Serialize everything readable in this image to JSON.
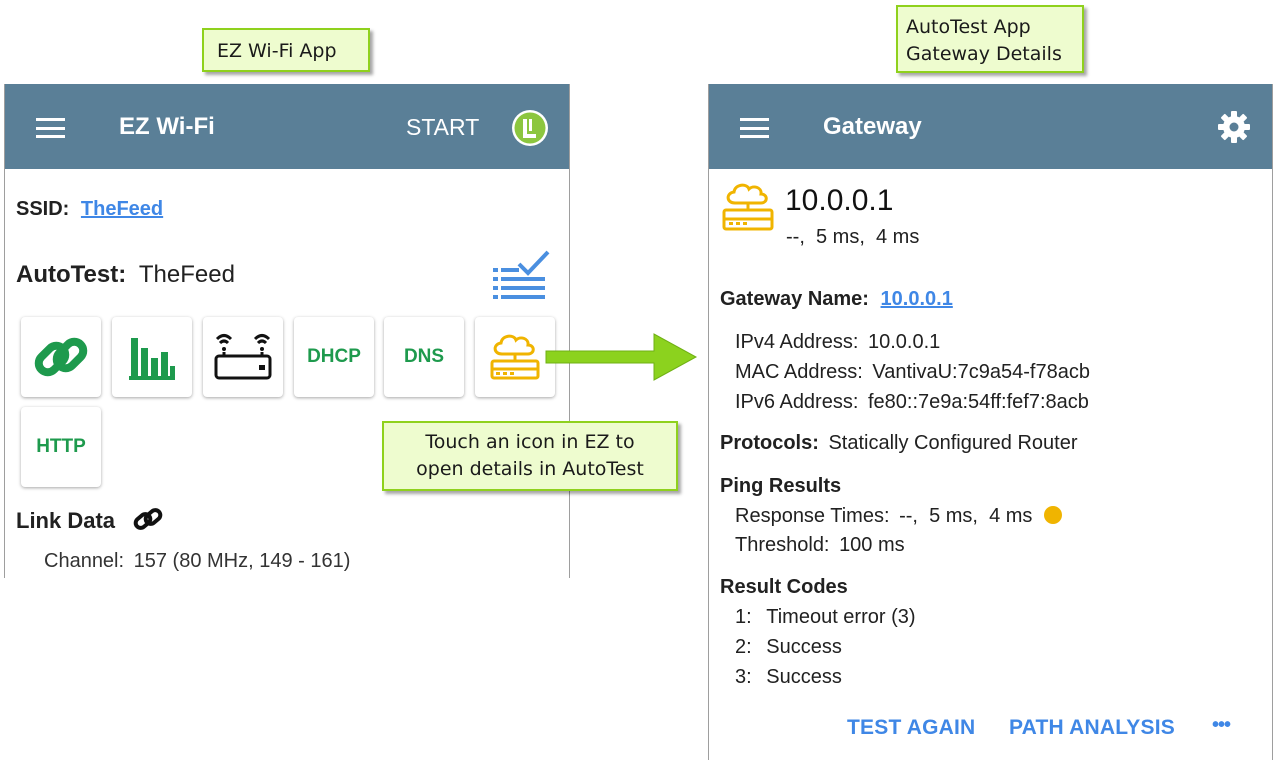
{
  "callouts": {
    "ez_app": "EZ Wi-Fi App",
    "autotest_line1": "AutoTest App",
    "autotest_line2": "Gateway Details",
    "touch_line1": "Touch an icon in EZ to",
    "touch_line2": "open details in AutoTest"
  },
  "ez": {
    "title": "EZ Wi-Fi",
    "start_label": "START",
    "ssid_label": "SSID:",
    "ssid_value": "TheFeed",
    "autotest_label": "AutoTest:",
    "autotest_value": "TheFeed",
    "tiles": {
      "dhcp": "DHCP",
      "dns": "DNS",
      "http": "HTTP"
    },
    "link_data_label": "Link Data",
    "channel_label": "Channel:",
    "channel_value": "157 (80 MHz, 149 - 161)"
  },
  "gateway": {
    "title": "Gateway",
    "ip": "10.0.0.1",
    "times": "--,  5 ms,  4 ms",
    "name_label": "Gateway Name:",
    "name_value": "10.0.0.1",
    "ipv4_label": "IPv4 Address:",
    "ipv4_value": "10.0.0.1",
    "mac_label": "MAC Address:",
    "mac_value": "VantivaU:7c9a54-f78acb",
    "ipv6_label": "IPv6 Address:",
    "ipv6_value": "fe80::7e9a:54ff:fef7:8acb",
    "protocols_label": "Protocols:",
    "protocols_value": "Statically Configured Router",
    "ping_heading": "Ping Results",
    "response_label": "Response Times:",
    "response_value": "--,  5 ms,  4 ms",
    "threshold_label": "Threshold:",
    "threshold_value": "100 ms",
    "result_heading": "Result Codes",
    "codes": [
      {
        "num": "1:",
        "text": "Timeout error (3)"
      },
      {
        "num": "2:",
        "text": "Success"
      },
      {
        "num": "3:",
        "text": "Success"
      }
    ],
    "test_again": "TEST AGAIN",
    "path_analysis": "PATH ANALYSIS",
    "more": "•••"
  },
  "colors": {
    "appbar": "#5a7f97",
    "callout_bg": "#eefccf",
    "callout_border": "#8fd11d",
    "tile_green": "#1e9a4d",
    "link_blue": "#3f87e6",
    "gateway_yellow": "#f0b400"
  },
  "icons": {
    "menu": "hamburger-menu-icon",
    "link": "chain-link-icon",
    "chart": "bar-chart-icon",
    "router": "router-icon",
    "gateway": "cloud-gateway-icon",
    "checklist": "autotest-checklist-icon",
    "settings": "gear-icon"
  }
}
